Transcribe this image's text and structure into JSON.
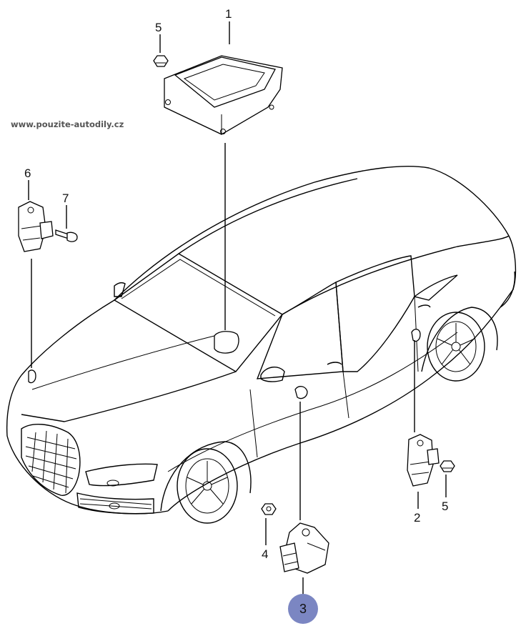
{
  "watermark": "www.pouzite-autodily.cz",
  "callouts": {
    "c1": "1",
    "c2": "2",
    "c3": "3",
    "c4": "4",
    "c5a": "5",
    "c5b": "5",
    "c6": "6",
    "c7": "7"
  },
  "selected_callout": "3",
  "colors": {
    "highlight": "#7b86c2",
    "line": "#000000",
    "watermark": "#555555"
  }
}
